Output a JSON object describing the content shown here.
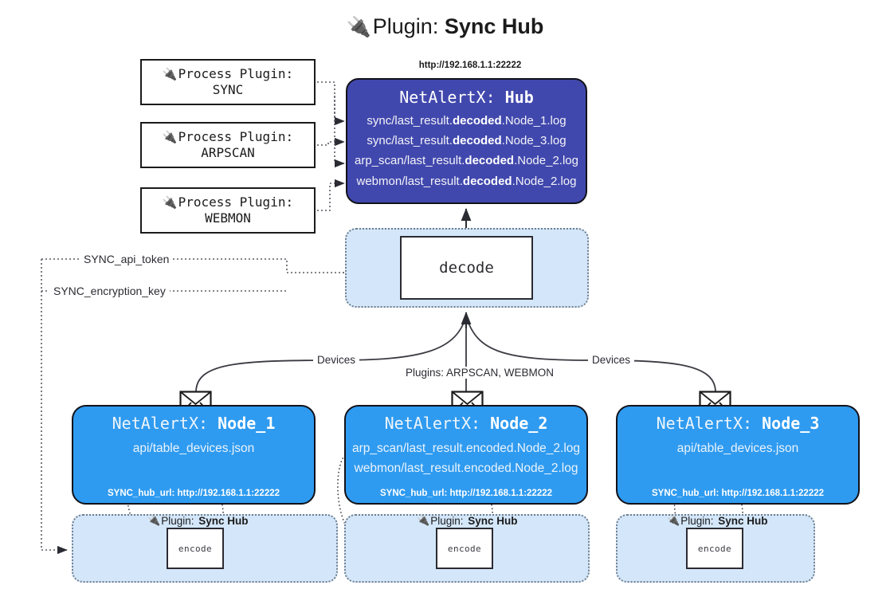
{
  "title": {
    "icon": "plug-icon",
    "prefix": "Plugin:",
    "name": "Sync Hub"
  },
  "process_plugins": [
    {
      "icon": "plug-icon",
      "label": "Process Plugin:",
      "name": "SYNC"
    },
    {
      "icon": "plug-icon",
      "label": "Process Plugin:",
      "name": "ARPSCAN"
    },
    {
      "icon": "plug-icon",
      "label": "Process Plugin:",
      "name": "WEBMON"
    }
  ],
  "hub": {
    "url": "http://192.168.1.1:22222",
    "title_prefix": "NetAlertX:",
    "title_name": "Hub",
    "loglines": [
      {
        "pre": "sync/last_result.",
        "mid": "decoded",
        "post": ".Node_1.log"
      },
      {
        "pre": "sync/last_result.",
        "mid": "decoded",
        "post": ".Node_3.log"
      },
      {
        "pre": "arp_scan/last_result.",
        "mid": "decoded",
        "post": ".Node_2.log"
      },
      {
        "pre": "webmon/last_result.",
        "mid": "decoded",
        "post": ".Node_2.log"
      }
    ]
  },
  "decode": {
    "label": "decode"
  },
  "edge_labels": {
    "api_token": "SYNC_api_token",
    "encryption_key": "SYNC_encryption_key",
    "devices_left": "Devices",
    "devices_right": "Devices",
    "plugins_center": "Plugins: ARPSCAN, WEBMON"
  },
  "nodes": [
    {
      "title_prefix": "NetAlertX:",
      "title_name": "Node_1",
      "lines": [
        "api/table_devices.json"
      ],
      "hub_url_label": "SYNC_hub_url: http://192.168.1.1:22222",
      "envelope_icon": "envelope-icon"
    },
    {
      "title_prefix": "NetAlertX:",
      "title_name": "Node_2",
      "lines": [
        "arp_scan/last_result.encoded.Node_2.log",
        "webmon/last_result.encoded.Node_2.log"
      ],
      "hub_url_label": "SYNC_hub_url: http://192.168.1.1:22222",
      "envelope_icon": "envelope-icon"
    },
    {
      "title_prefix": "NetAlertX:",
      "title_name": "Node_3",
      "lines": [
        "api/table_devices.json"
      ],
      "hub_url_label": "SYNC_hub_url: http://192.168.1.1:22222",
      "envelope_icon": "envelope-icon"
    }
  ],
  "encode_groups": [
    {
      "icon": "plug-icon",
      "label_prefix": "Plugin:",
      "label_name": "Sync Hub",
      "box_label": "encode"
    },
    {
      "icon": "plug-icon",
      "label_prefix": "Plugin:",
      "label_name": "Sync Hub",
      "box_label": "encode"
    },
    {
      "icon": "plug-icon",
      "label_prefix": "Plugin:",
      "label_name": "Sync Hub",
      "box_label": "encode"
    }
  ],
  "colors": {
    "hub_fill": "#4148ad",
    "node_fill": "#2f9bf0",
    "container_fill": "#d4e7fa",
    "stroke": "#12121a",
    "dotted_stroke": "#6f7e8c",
    "background": "#ffffff"
  }
}
